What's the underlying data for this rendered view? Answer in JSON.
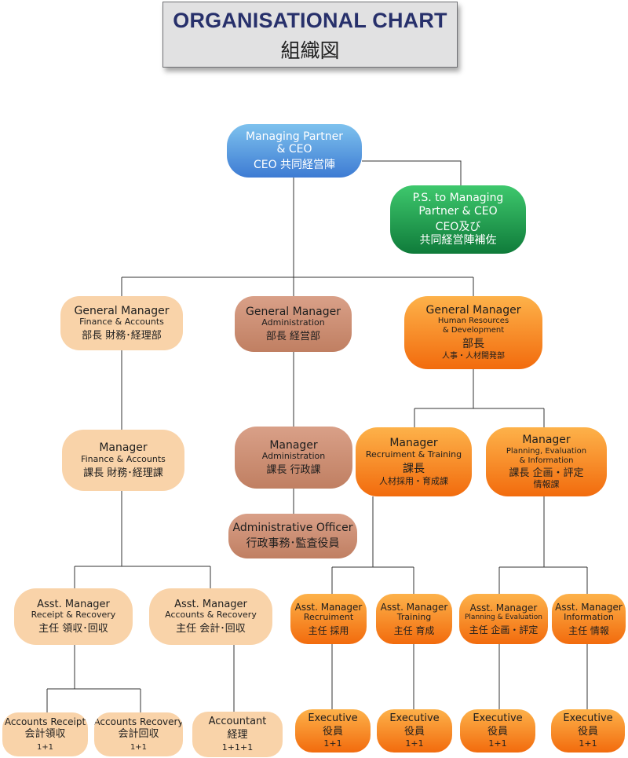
{
  "title": {
    "en": "ORGANISATIONAL CHART",
    "ja": "組織図"
  },
  "ceo": {
    "l1": "Managing Partner",
    "l2": "& CEO",
    "ja": "CEO 共同経営陣"
  },
  "ps": {
    "l1": "P.S. to Managing",
    "l2": "Partner & CEO",
    "ja1": "CEO及び",
    "ja2": "共同経営陣補佐"
  },
  "gm_fin": {
    "l1": "General Manager",
    "l2": "Finance & Accounts",
    "ja": "部長 財務･経理部"
  },
  "gm_adm": {
    "l1": "General Manager",
    "l2": "Administration",
    "ja": "部長 経営部"
  },
  "gm_hr": {
    "l1": "General Manager",
    "l2": "Human Resources",
    "l3": "& Development",
    "ja": "部長",
    "ja2": "人事・人材開発部"
  },
  "mgr_fin": {
    "l1": "Manager",
    "l2": "Finance & Accounts",
    "ja": "課長 財務･経理課"
  },
  "mgr_adm": {
    "l1": "Manager",
    "l2": "Administration",
    "ja": "課長 行政課"
  },
  "mgr_rec": {
    "l1": "Manager",
    "l2": "Recruiment & Training",
    "ja": "課長",
    "ja2": "人材採用・育成課"
  },
  "mgr_plan": {
    "l1": "Manager",
    "l2": "Planning, Evaluation",
    "l3": "& Information",
    "ja": "課長 企画・評定",
    "ja2": "情報課"
  },
  "adm_officer": {
    "l1": "Administrative Officer",
    "ja": "行政事務･監査役員"
  },
  "am_receipt": {
    "l1": "Asst. Manager",
    "l2": "Receipt & Recovery",
    "ja": "主任 領収･回収"
  },
  "am_accounts": {
    "l1": "Asst. Manager",
    "l2": "Accounts & Recovery",
    "ja": "主任 会計･回収"
  },
  "am_recruit": {
    "l1": "Asst. Manager",
    "l2": "Recruiment",
    "ja": "主任 採用"
  },
  "am_training": {
    "l1": "Asst. Manager",
    "l2": "Training",
    "ja": "主任 育成"
  },
  "am_planning": {
    "l1": "Asst. Manager",
    "l2": "Planning & Evaluation",
    "ja": "主任 企画・評定"
  },
  "am_info": {
    "l1": "Asst. Manager",
    "l2": "Information",
    "ja": "主任 情報"
  },
  "acc_receipt": {
    "l1": "Accounts Receipt",
    "ja": "会計領収",
    "count": "1+1"
  },
  "acc_recovery": {
    "l1": "Accounts Recovery",
    "ja": "会計回収",
    "count": "1+1"
  },
  "accountant": {
    "l1": "Accountant",
    "ja": "経理",
    "count": "1+1+1"
  },
  "exec1": {
    "l1": "Executive",
    "ja": "役員",
    "count": "1+1"
  },
  "exec2": {
    "l1": "Executive",
    "ja": "役員",
    "count": "1+1"
  },
  "exec3": {
    "l1": "Executive",
    "ja": "役員",
    "count": "1+1"
  },
  "exec4": {
    "l1": "Executive",
    "ja": "役員",
    "count": "1+1"
  },
  "colors": {
    "line": "#333333",
    "beige": "#f9d3a9",
    "brown": "#c88a6c",
    "orange": "#f7891f",
    "blue": "#4f8fe0",
    "green": "#1a9a4c",
    "title": "#27306b"
  }
}
